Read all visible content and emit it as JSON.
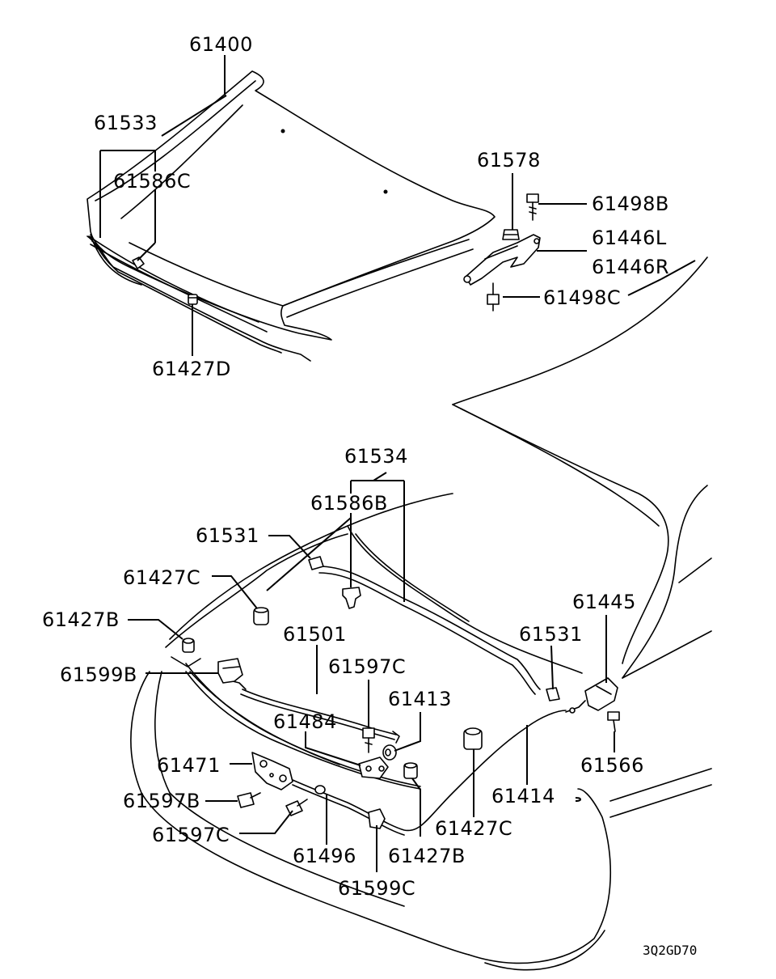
{
  "diagram": {
    "diagram_code": "3Q2GD70",
    "labels": [
      {
        "id": "61400",
        "text": "61400"
      },
      {
        "id": "61533",
        "text": "61533"
      },
      {
        "id": "61586C",
        "text": "61586C"
      },
      {
        "id": "61427D",
        "text": "61427D"
      },
      {
        "id": "61578",
        "text": "61578"
      },
      {
        "id": "61498B",
        "text": "61498B"
      },
      {
        "id": "61446L",
        "text": "61446L"
      },
      {
        "id": "61446R",
        "text": "61446R"
      },
      {
        "id": "61498C",
        "text": "61498C"
      },
      {
        "id": "61534",
        "text": "61534"
      },
      {
        "id": "61586B",
        "text": "61586B"
      },
      {
        "id": "61531a",
        "text": "61531"
      },
      {
        "id": "61427Ca",
        "text": "61427C"
      },
      {
        "id": "61427Ba",
        "text": "61427B"
      },
      {
        "id": "61501",
        "text": "61501"
      },
      {
        "id": "61599B",
        "text": "61599B"
      },
      {
        "id": "61597Ca",
        "text": "61597C"
      },
      {
        "id": "61413",
        "text": "61413"
      },
      {
        "id": "61484",
        "text": "61484"
      },
      {
        "id": "61531b",
        "text": "61531"
      },
      {
        "id": "61445",
        "text": "61445"
      },
      {
        "id": "61566",
        "text": "61566"
      },
      {
        "id": "61471",
        "text": "61471"
      },
      {
        "id": "61597B",
        "text": "61597B"
      },
      {
        "id": "61597Cb",
        "text": "61597C"
      },
      {
        "id": "61496",
        "text": "61496"
      },
      {
        "id": "61427Bb",
        "text": "61427B"
      },
      {
        "id": "61427Cb",
        "text": "61427C"
      },
      {
        "id": "61414",
        "text": "61414"
      },
      {
        "id": "61599C",
        "text": "61599C"
      }
    ]
  }
}
